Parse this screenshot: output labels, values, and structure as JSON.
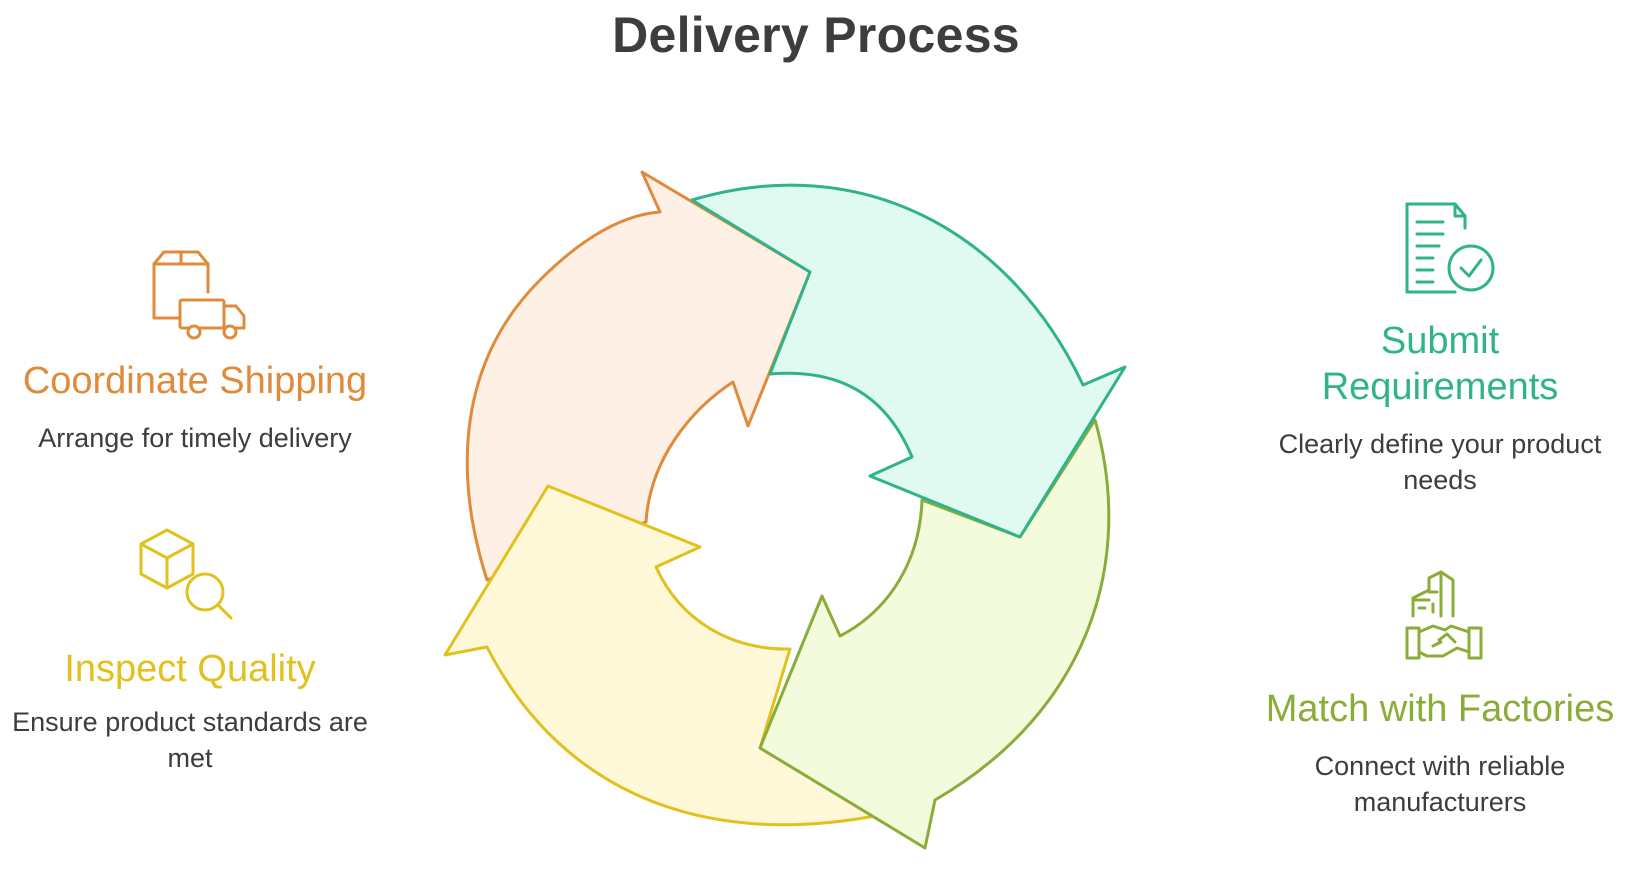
{
  "title": "Delivery Process",
  "steps": [
    {
      "id": "submit",
      "name": "Submit Requirements",
      "description": "Clearly define your product needs",
      "icon": "document-check-icon",
      "color": "#2fb488",
      "fill": "#e1faf1"
    },
    {
      "id": "match",
      "name": "Match with Factories",
      "description": "Connect with reliable manufacturers",
      "icon": "factory-handshake-icon",
      "color": "#8aad3a",
      "fill": "#f3fbdc"
    },
    {
      "id": "inspect",
      "name": "Inspect Quality",
      "description": "Ensure product standards are met",
      "icon": "box-magnifier-icon",
      "color": "#e2c11e",
      "fill": "#fff8d9"
    },
    {
      "id": "ship",
      "name": "Coordinate Shipping",
      "description": "Arrange for timely delivery",
      "icon": "box-truck-icon",
      "color": "#e08a3c",
      "fill": "#fff0e6"
    }
  ]
}
